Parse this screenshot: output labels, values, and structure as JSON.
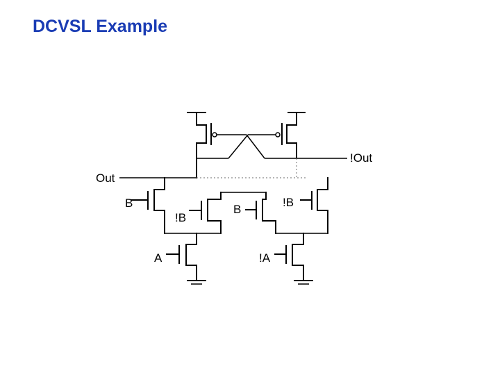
{
  "slide": {
    "title": "DCVSL Example",
    "title_color": "#1a3cb4"
  },
  "diagram": {
    "labels": {
      "out": "Out",
      "not_out": "!Out",
      "b_left": "B",
      "not_b_left": "!B",
      "a": "A",
      "b_right": "B",
      "not_b_right": "!B",
      "not_a": "!A"
    }
  }
}
